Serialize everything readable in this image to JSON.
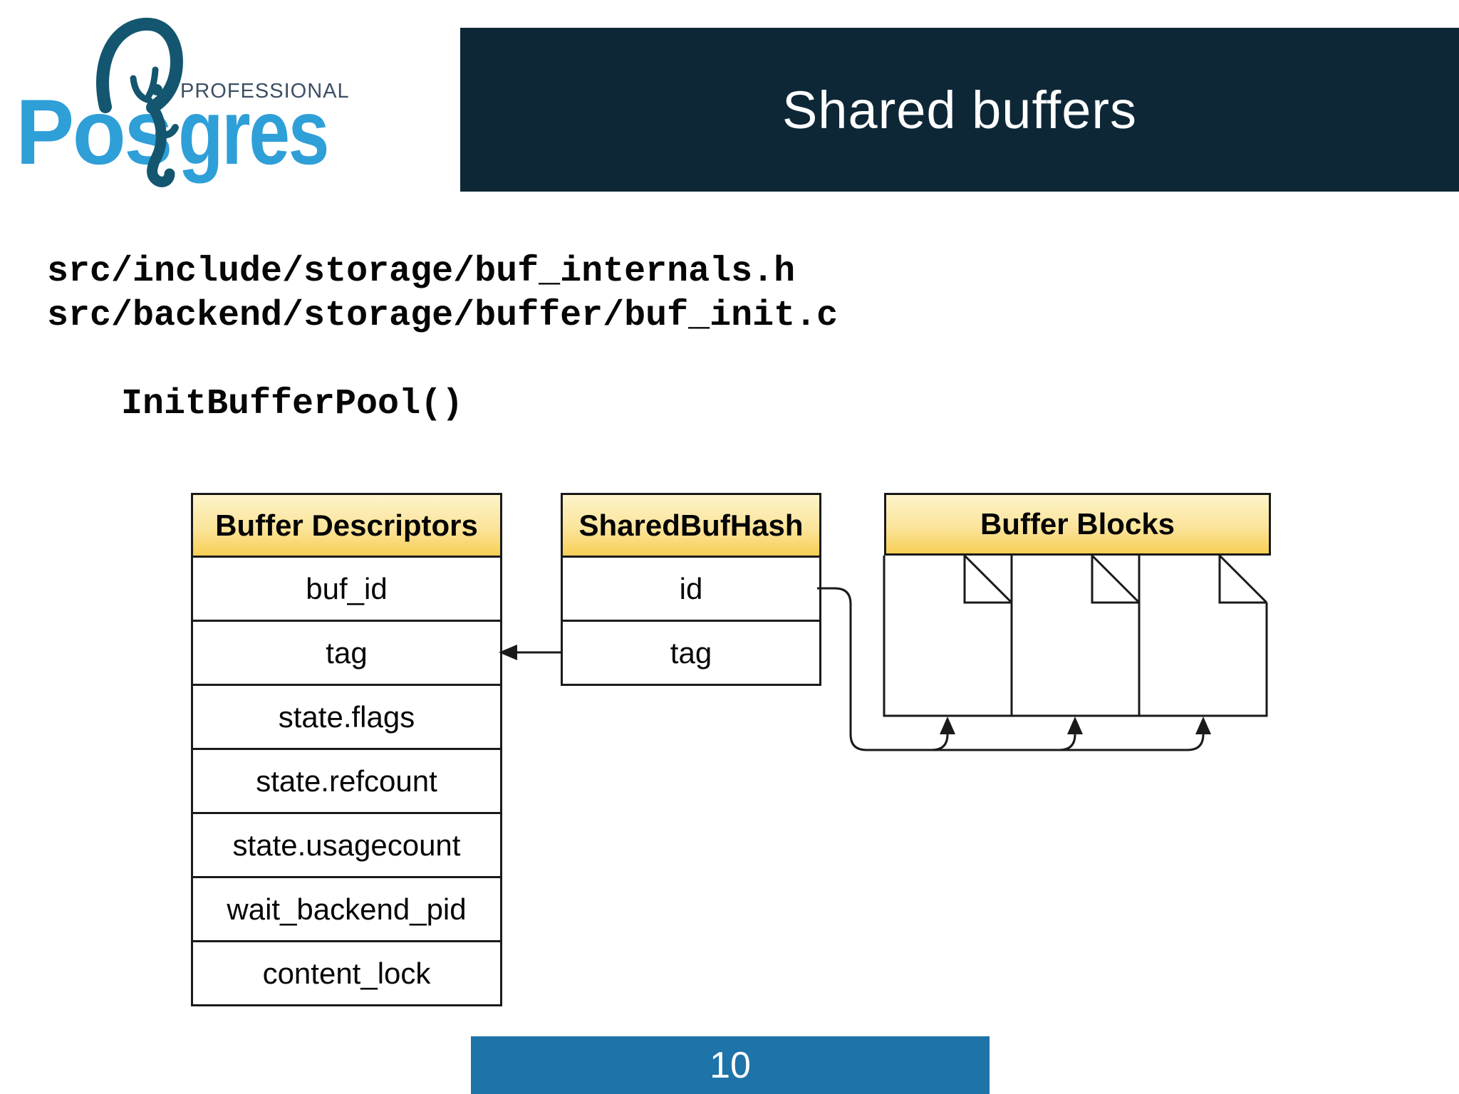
{
  "logo": {
    "brand_primary": "Pos",
    "brand_secondary": "gres",
    "tagline": "PROFESSIONAL"
  },
  "header": {
    "title": "Shared buffers"
  },
  "code": {
    "line1": "src/include/storage/buf_internals.h",
    "line2": "src/backend/storage/buffer/buf_init.c",
    "line3": "InitBufferPool()"
  },
  "diagram": {
    "buffer_descriptors": {
      "title": "Buffer Descriptors",
      "rows": [
        "buf_id",
        "tag",
        "state.flags",
        "state.refcount",
        "state.usagecount",
        "wait_backend_pid",
        "content_lock"
      ]
    },
    "shared_buf_hash": {
      "title": "SharedBufHash",
      "rows": [
        "id",
        "tag"
      ]
    },
    "buffer_blocks": {
      "title": "Buffer Blocks",
      "block_count": 3
    },
    "connections": [
      {
        "from": "SharedBufHash.tag",
        "to": "BufferDescriptors.tag",
        "style": "arrow-left"
      },
      {
        "from": "SharedBufHash.id",
        "to": "BufferBlocks.block-1",
        "style": "arrow-up"
      },
      {
        "from": "SharedBufHash.id",
        "to": "BufferBlocks.block-2",
        "style": "arrow-up"
      },
      {
        "from": "SharedBufHash.id",
        "to": "BufferBlocks.block-3",
        "style": "arrow-up"
      }
    ]
  },
  "footer": {
    "page_number": "10"
  },
  "colors": {
    "navy": "#0d2737",
    "logo-blue": "#2f9fd8",
    "teal": "#14566f",
    "slate": "#3d4f63",
    "line": "#1a1a1a",
    "footer-blue": "#1e73a9",
    "gold-top": "#fdf4ca",
    "gold-bottom": "#f7cf55",
    "text": "#060606"
  }
}
